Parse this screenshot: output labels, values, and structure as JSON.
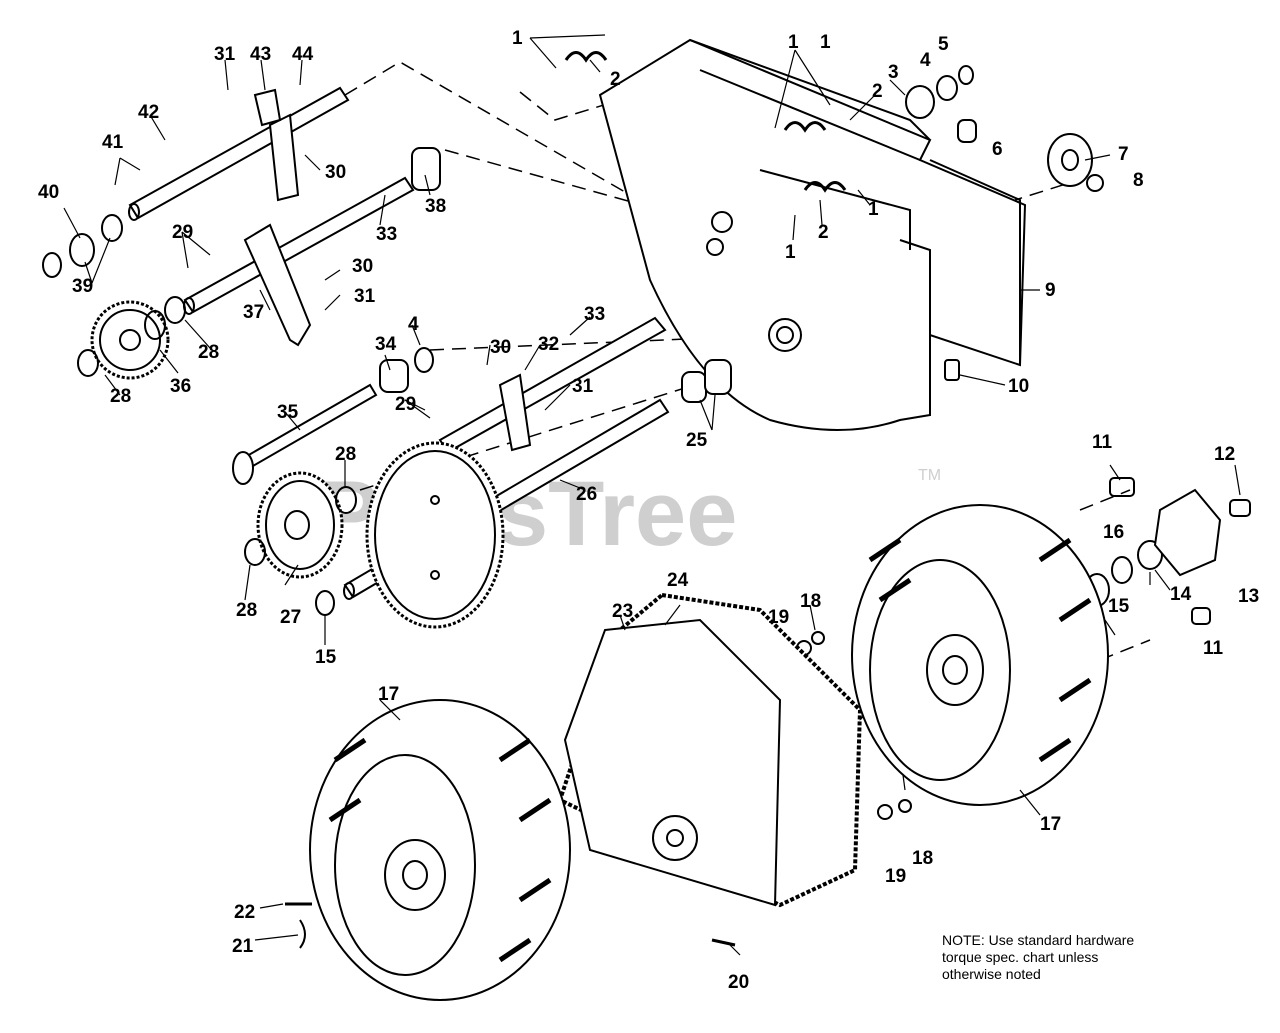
{
  "watermark": {
    "text": "PartsTree",
    "trademark": "TM"
  },
  "note": {
    "lines": [
      "NOTE: Use standard hardware",
      "torque spec. chart unless",
      "otherwise noted"
    ]
  },
  "callouts": [
    "1",
    "1",
    "1",
    "1",
    "1",
    "2",
    "2",
    "2",
    "3",
    "4",
    "4",
    "5",
    "6",
    "7",
    "8",
    "9",
    "10",
    "11",
    "11",
    "12",
    "13",
    "14",
    "15",
    "15",
    "16",
    "17",
    "17",
    "18",
    "18",
    "19",
    "19",
    "20",
    "21",
    "22",
    "23",
    "24",
    "25",
    "26",
    "27",
    "28",
    "28",
    "28",
    "28",
    "29",
    "29",
    "30",
    "30",
    "30",
    "31",
    "31",
    "31",
    "32",
    "33",
    "33",
    "34",
    "35",
    "36",
    "37",
    "38",
    "39",
    "40",
    "41",
    "42",
    "43",
    "44"
  ]
}
